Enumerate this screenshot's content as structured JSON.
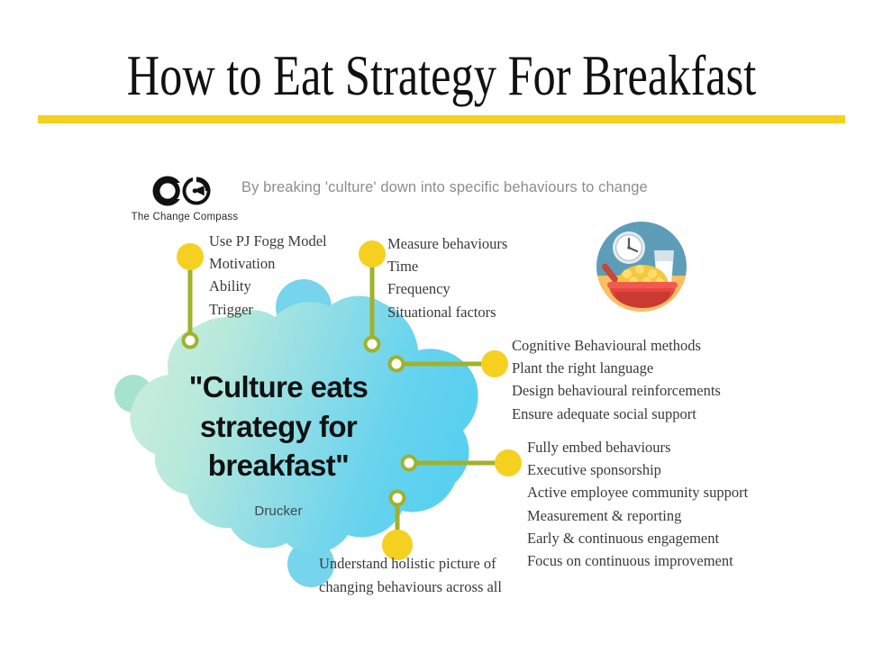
{
  "slide": {
    "title": "How to Eat Strategy For Breakfast",
    "subtitle": "By breaking 'culture' down into specific behaviours to change",
    "accent_yellow": "#F5D020",
    "accent_olive": "#9FB22B",
    "blob_gradient_start": "#C6ECD6",
    "blob_gradient_end": "#5AD0EF",
    "background": "#FFFFFF"
  },
  "logo": {
    "name": "compass-logo-icon",
    "label": "The Change Compass"
  },
  "quote": {
    "text": "\"Culture eats strategy for breakfast\"",
    "line1": "\"Culture eats",
    "line2": "strategy for",
    "line3": "breakfast\"",
    "author": "Drucker"
  },
  "callouts": [
    {
      "id": "callout-1",
      "node": "pj-fogg-model",
      "items": [
        "Use PJ Fogg Model",
        "Motivation",
        "Ability",
        "Trigger"
      ]
    },
    {
      "id": "callout-2",
      "node": "measure-behaviours",
      "items": [
        "Measure behaviours",
        "Time",
        "Frequency",
        "Situational factors"
      ]
    },
    {
      "id": "callout-3",
      "node": "cognitive-behavioural-methods",
      "items": [
        "Cognitive Behavioural methods",
        "Plant the right language",
        " Design behavioural reinforcements",
        "Ensure adequate social support"
      ]
    },
    {
      "id": "callout-4",
      "node": "embed-behaviours",
      "items": [
        "Fully embed behaviours",
        "Executive sponsorship",
        "Active employee community support",
        "Measurement & reporting",
        "Early & continuous engagement",
        "Focus on continuous improvement"
      ]
    },
    {
      "id": "callout-5",
      "node": "holistic-picture",
      "items": [
        "Understand holistic picture of",
        "changing behaviours across all"
      ]
    }
  ],
  "breakfast_icon": {
    "name": "breakfast-bowl-icon",
    "description": "cereal bowl with clock and glass of milk"
  }
}
